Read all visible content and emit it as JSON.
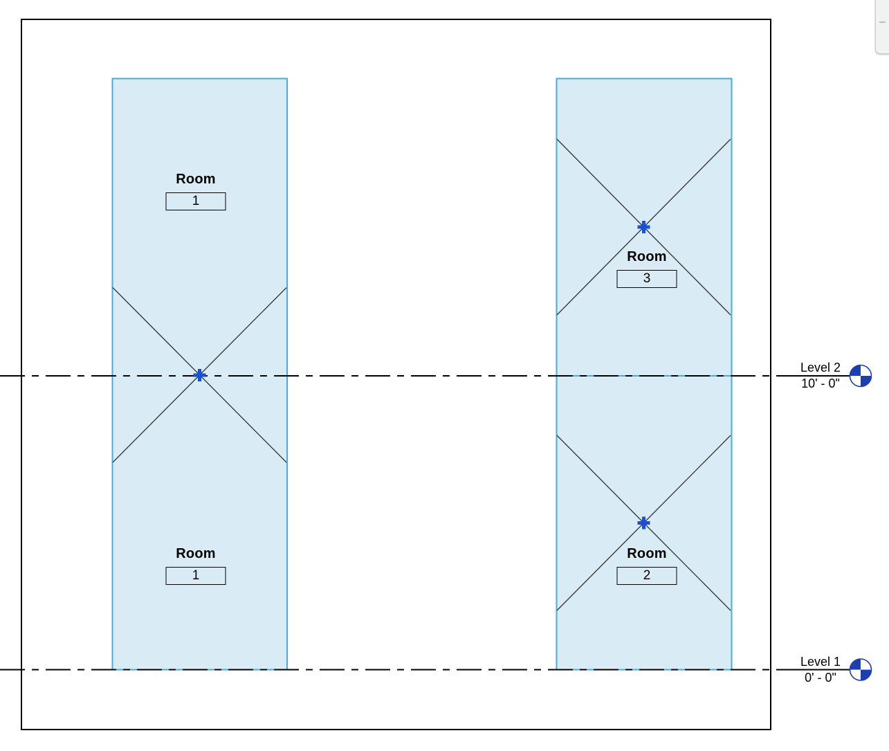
{
  "view": {
    "type": "revit-elevation-view",
    "room_tags": [
      {
        "label": "Room",
        "number": "1"
      },
      {
        "label": "Room",
        "number": "3"
      },
      {
        "label": "Room",
        "number": "1"
      },
      {
        "label": "Room",
        "number": "2"
      }
    ],
    "levels": [
      {
        "name": "Level 2",
        "elevation": "10' - 0\""
      },
      {
        "name": "Level 1",
        "elevation": "0' - 0\""
      }
    ],
    "colors": {
      "room_fill": "#d9ecf5",
      "room_border": "#45acdc",
      "datum_blue": "#1c3fb0",
      "marker_blue": "#1a50d2",
      "reference_line": "#3a3a3a",
      "level_line": "#000000"
    }
  }
}
